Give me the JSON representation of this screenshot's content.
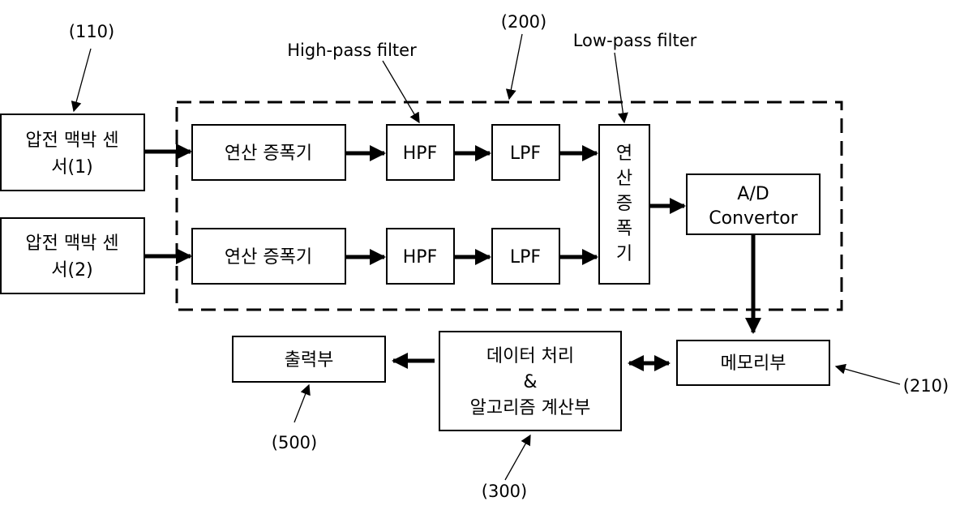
{
  "refs": {
    "r110": "(110)",
    "r200": "(200)",
    "r210": "(210)",
    "r300": "(300)",
    "r500": "(500)"
  },
  "annotations": {
    "high_pass": "High-pass filter",
    "low_pass": "Low-pass filter"
  },
  "sensor1": {
    "line1": "압전 맥박 센",
    "line2": "서(1)"
  },
  "sensor2": {
    "line1": "압전 맥박 센",
    "line2": "서(2)"
  },
  "opamp1": "연산 증폭기",
  "opamp2": "연산 증폭기",
  "hpf1": "HPF",
  "hpf2": "HPF",
  "lpf1": "LPF",
  "lpf2": "LPF",
  "opamp_vertical": [
    "연",
    "산",
    "증",
    "폭",
    "기"
  ],
  "adc": {
    "line1": "A/D",
    "line2": "Convertor"
  },
  "memory": "메모리부",
  "processor": {
    "line1": "데이터 처리",
    "line2": "&",
    "line3": "알고리즘 계산부"
  },
  "output": "출력부"
}
